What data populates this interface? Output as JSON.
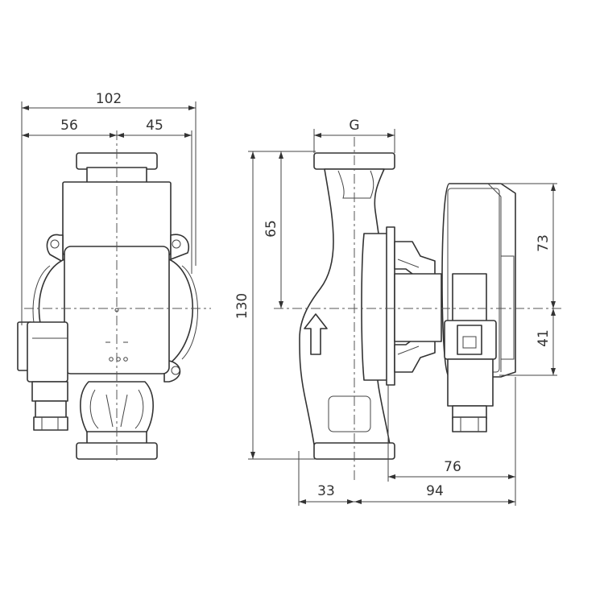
{
  "dimensions": {
    "overall_width": "102",
    "left_width": "56",
    "right_width": "45",
    "connection": "G",
    "height_total": "130",
    "height_upper": "65",
    "motor_upper": "73",
    "motor_lower": "41",
    "side_depth_inner": "76",
    "side_depth_outer": "94",
    "flange_offset": "33"
  }
}
